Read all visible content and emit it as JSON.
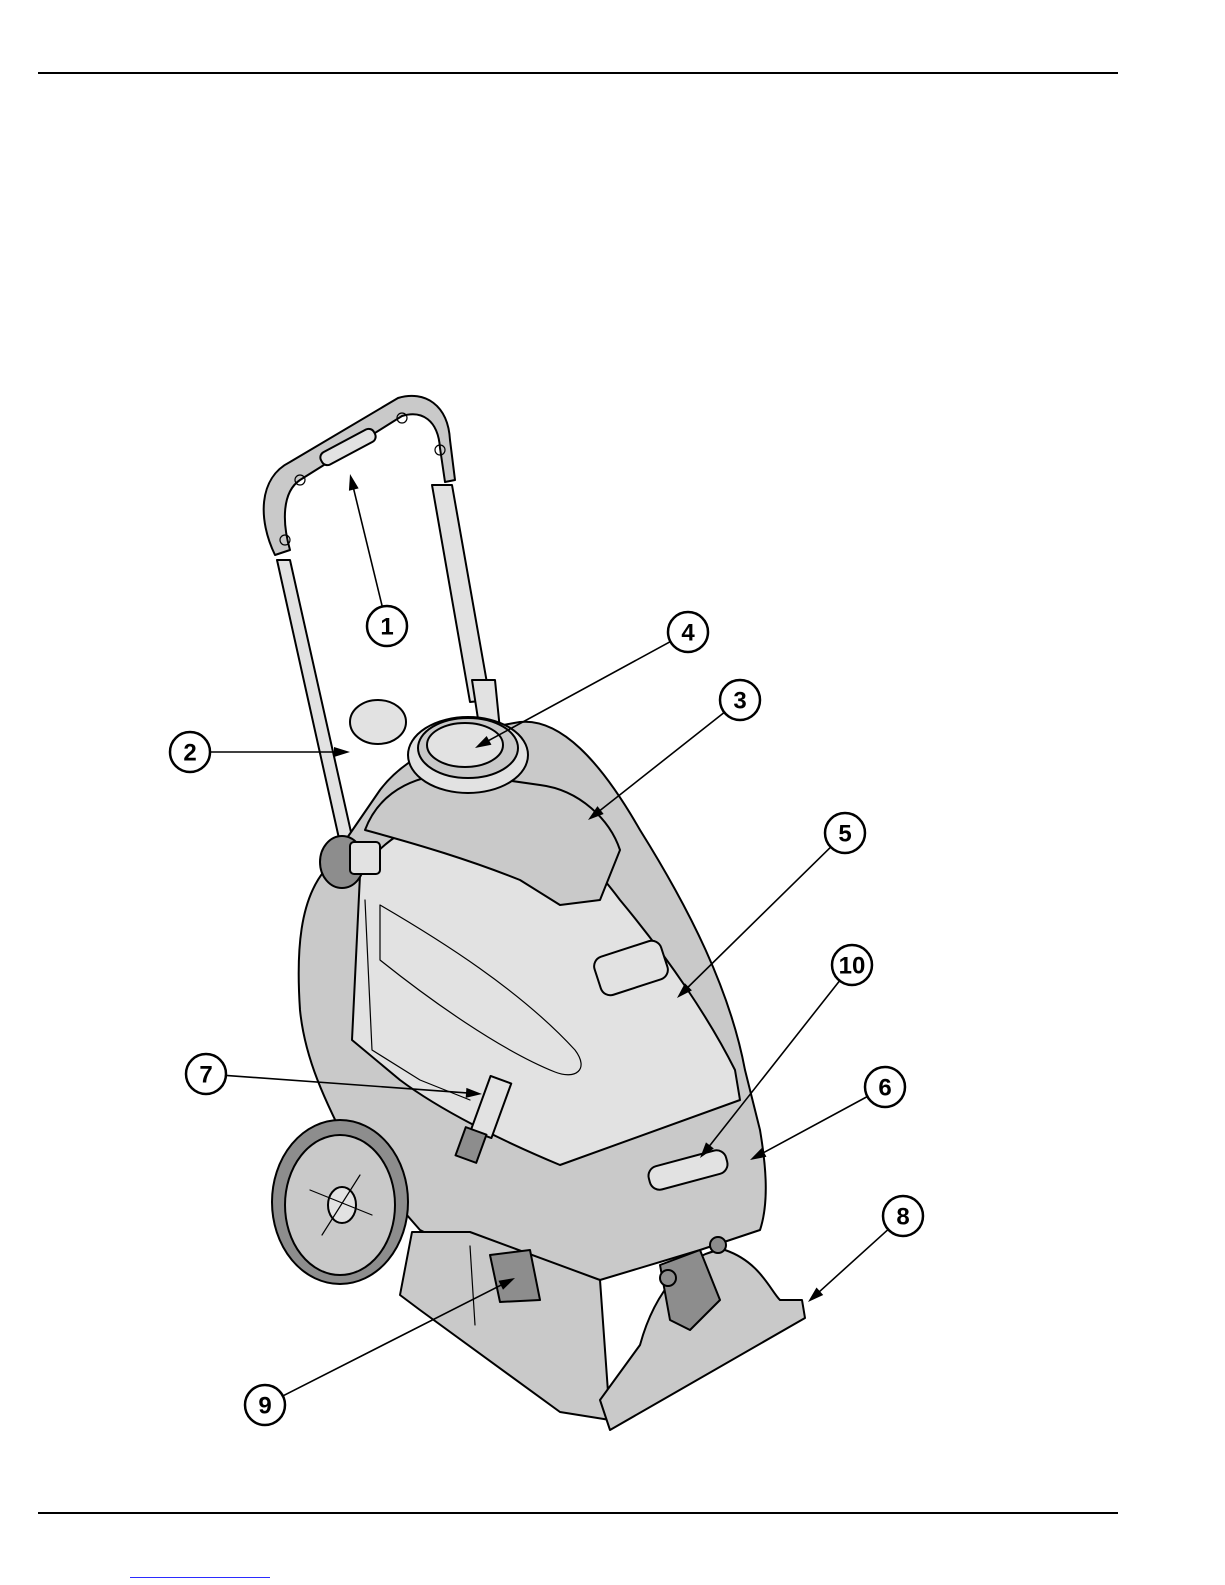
{
  "figure": {
    "callouts": [
      {
        "id": "c1",
        "label": "1"
      },
      {
        "id": "c2",
        "label": "2"
      },
      {
        "id": "c3",
        "label": "3"
      },
      {
        "id": "c4",
        "label": "4"
      },
      {
        "id": "c5",
        "label": "5"
      },
      {
        "id": "c6",
        "label": "6"
      },
      {
        "id": "c7",
        "label": "7"
      },
      {
        "id": "c8",
        "label": "8"
      },
      {
        "id": "c9",
        "label": "9"
      },
      {
        "id": "c10",
        "label": "10"
      }
    ]
  },
  "colors": {
    "body": "#c9c9c9",
    "shadow": "#8d8d8d",
    "highlight": "#e2e2e2",
    "line": "#000000",
    "footer_link": "#2b2bff"
  }
}
